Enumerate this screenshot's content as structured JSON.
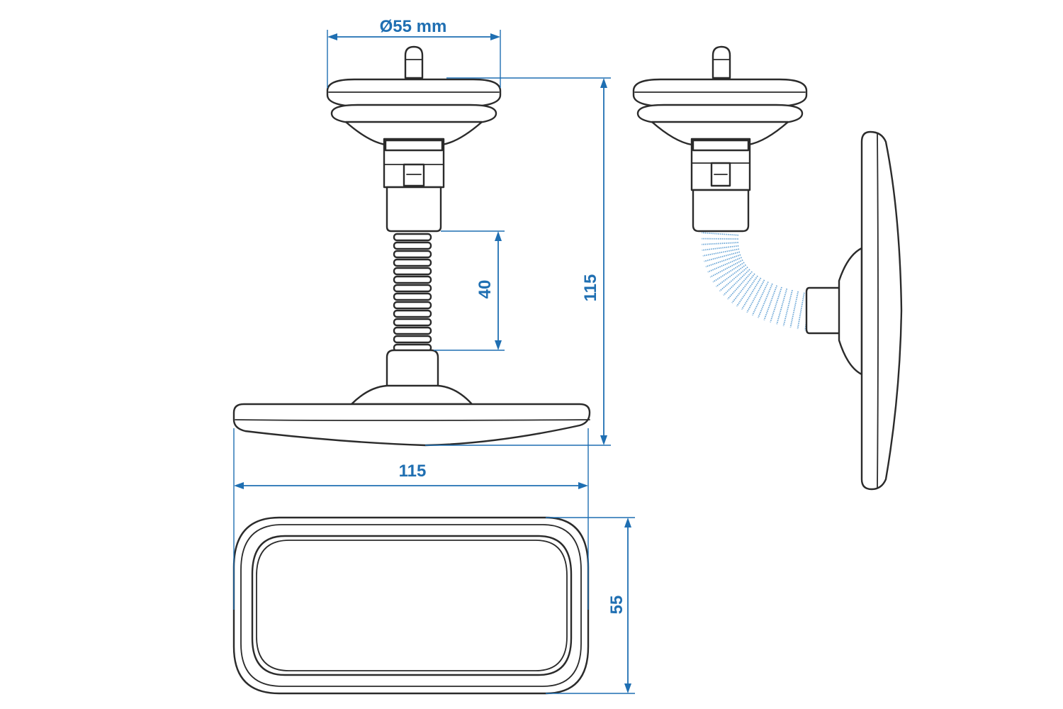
{
  "dimensions": {
    "diameter": "Ø55 mm",
    "total_height": "115",
    "neck_length": "40",
    "mirror_width": "115",
    "mirror_height": "55"
  },
  "colors": {
    "dimension": "#1f6fb2",
    "outline": "#2b2b2b",
    "flex_neck": "#6aa6d6",
    "background": "#ffffff"
  }
}
